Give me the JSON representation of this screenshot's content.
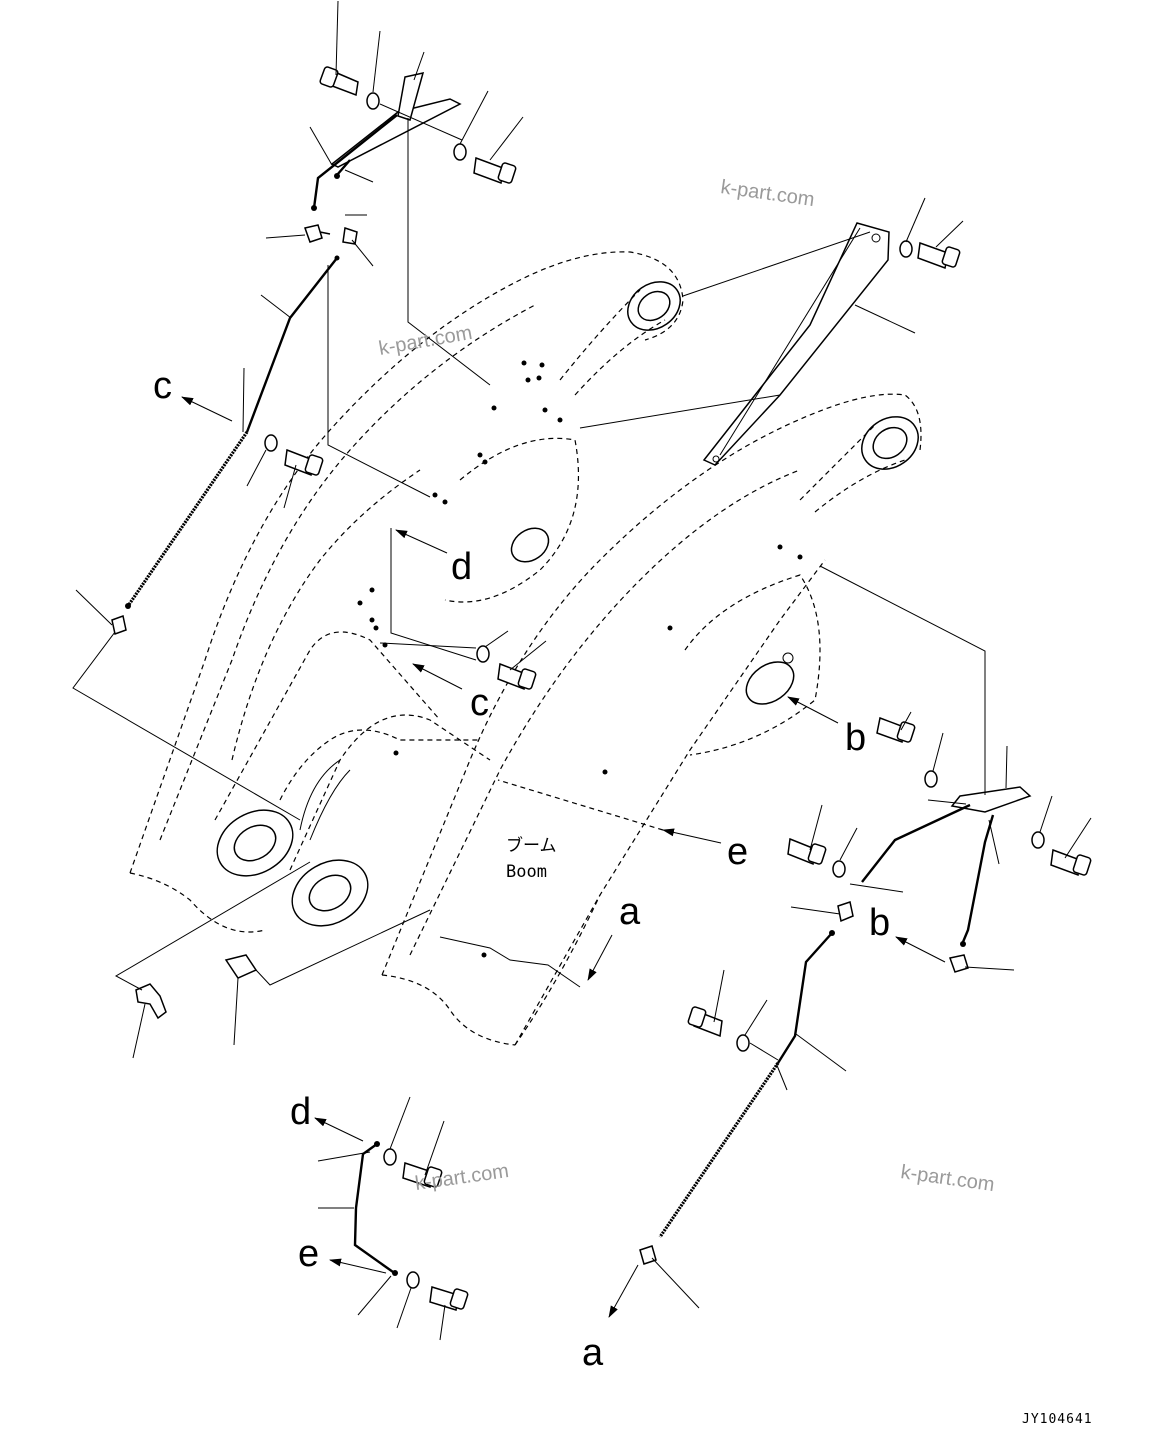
{
  "diagram": {
    "boom_label_jp": "ブーム",
    "boom_label_en": "Boom",
    "drawing_code": "JY104641",
    "watermarks": [
      "k-part.com",
      "k-part.com",
      "k-part.com",
      "k-part.com"
    ],
    "callouts": {
      "c_upper": "c",
      "c_mid": "c",
      "d_mid": "d",
      "d_lower": "d",
      "e_mid": "e",
      "e_lower": "e",
      "b_mid": "b",
      "b_right": "b",
      "a_mid": "a",
      "a_bottom": "a"
    }
  }
}
